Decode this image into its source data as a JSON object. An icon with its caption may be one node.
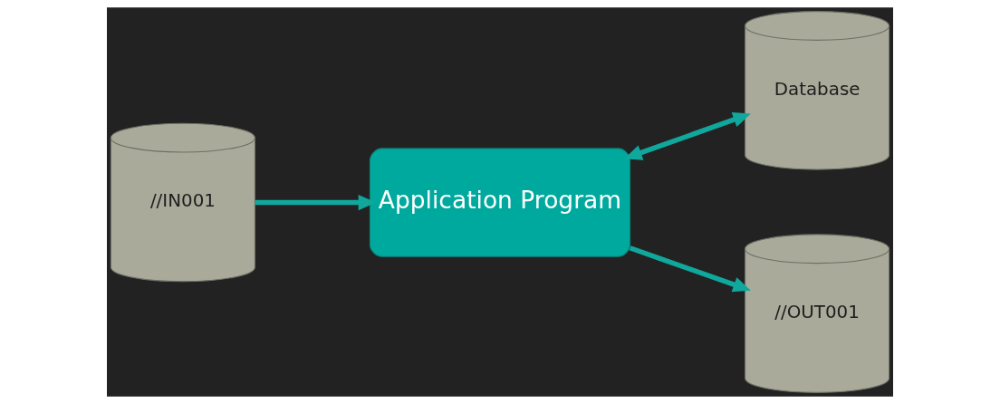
{
  "diagram": {
    "nodes": [
      {
        "text": [
          "//IN001"
        ]
      },
      {
        "text": [
          "Application Program"
        ]
      },
      {
        "text": [
          "Database"
        ]
      },
      {
        "text": [
          "//OUT001"
        ]
      }
    ],
    "edges": [
      {
        "from": 0,
        "to": 1,
        "arrow": "to"
      },
      {
        "from": 1,
        "to": 2,
        "arrow": "both"
      },
      {
        "from": 1,
        "to": 3,
        "arrow": "to"
      }
    ]
  }
}
